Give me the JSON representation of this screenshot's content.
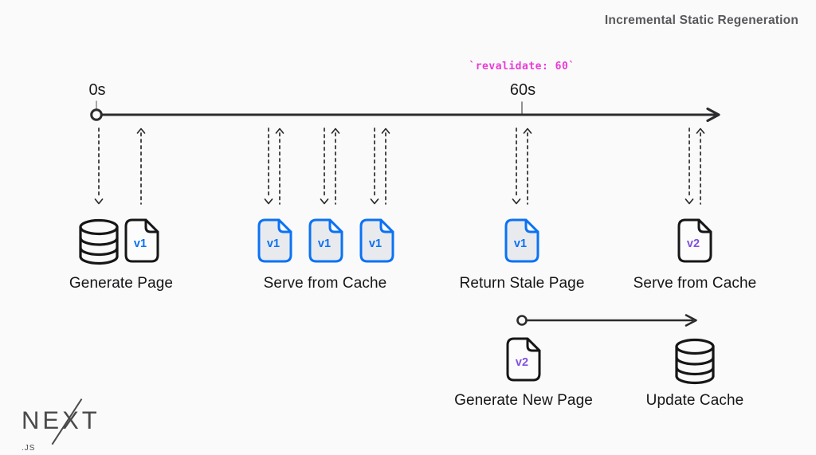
{
  "meta": {
    "title": "Incremental Static Regeneration"
  },
  "annotation": {
    "text": "`revalidate: 60`",
    "color": "#e93bd6"
  },
  "timeline": {
    "start_label": "0s",
    "end_label": "60s"
  },
  "colors": {
    "background": "#fafafa",
    "ink": "#161618",
    "blue": "#0a72f5",
    "purple": "#8250df",
    "annotation_pink": "#e93bd6"
  },
  "groups": {
    "generate_page": {
      "label": "Generate Page",
      "icons": [
        "database-icon",
        "page-icon"
      ],
      "version": "v1"
    },
    "serve_from_cache_1": {
      "label": "Serve from Cache",
      "versions": [
        "v1",
        "v1",
        "v1"
      ]
    },
    "return_stale_page": {
      "label": "Return Stale Page",
      "version": "v1"
    },
    "serve_from_cache_2": {
      "label": "Serve from Cache",
      "version": "v2"
    }
  },
  "regeneration_flow": {
    "generate_new_page": {
      "label": "Generate New Page",
      "version": "v2"
    },
    "update_cache": {
      "label": "Update Cache"
    }
  },
  "logo": {
    "brand": "NEXT",
    "suffix": ".JS"
  }
}
